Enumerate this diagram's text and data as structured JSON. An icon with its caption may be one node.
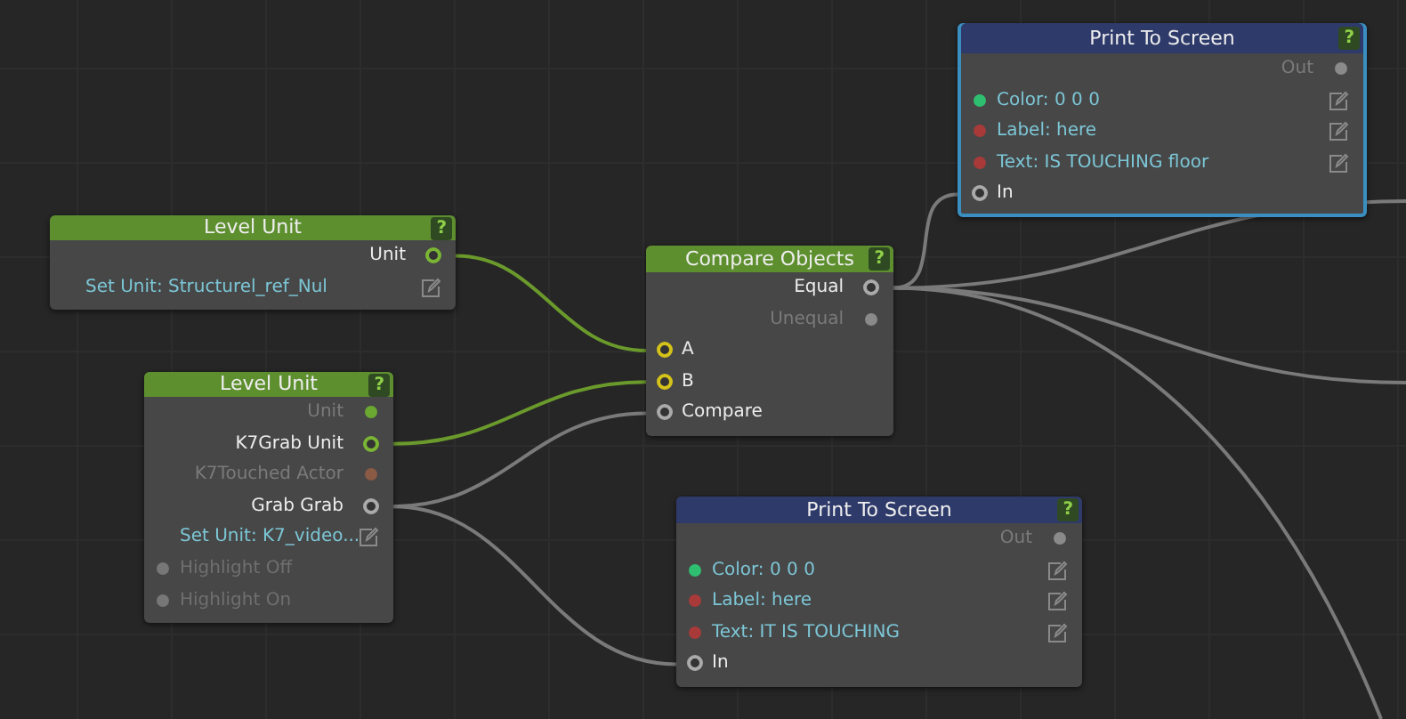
{
  "diagram": {
    "nodes": [
      {
        "text": [
          "Print To Screen",
          "?",
          "Out",
          "Color: 0 0 0",
          "Label: here",
          "Text: IS TOUCHING floor",
          "In"
        ]
      },
      {
        "text": [
          "Level Unit",
          "?",
          "Unit",
          "Set Unit: Structurel_ref_Nul"
        ]
      },
      {
        "text": [
          "Compare Objects",
          "?",
          "Equal",
          "Unequal",
          "A",
          "B",
          "Compare"
        ]
      },
      {
        "text": [
          "Level Unit",
          "?",
          "Unit",
          "K7Grab Unit",
          "K7Touched Actor",
          "Grab Grab",
          "Set Unit: K7_video...",
          "Highlight Off",
          "Highlight On"
        ]
      },
      {
        "text": [
          "Print To Screen",
          "?",
          "Out",
          "Color: 0 0 0",
          "Label: here",
          "Text: IT IS TOUCHING",
          "In"
        ]
      }
    ],
    "edges": [
      {
        "from": 1,
        "to": 2,
        "arrow": "none",
        "color": "#6b9a2c"
      },
      {
        "from": 3,
        "to": 2,
        "arrow": "none",
        "color": "#6b9a2c"
      },
      {
        "from": 3,
        "to": 2,
        "arrow": "none"
      },
      {
        "from": 3,
        "to": 4,
        "arrow": "none"
      },
      {
        "from": 2,
        "to": 0,
        "arrow": "none"
      },
      {
        "from": 2,
        "to": null,
        "arrow": "none"
      },
      {
        "from": 2,
        "to": null,
        "arrow": "none"
      },
      {
        "from": 2,
        "to": null,
        "arrow": "none"
      }
    ]
  }
}
